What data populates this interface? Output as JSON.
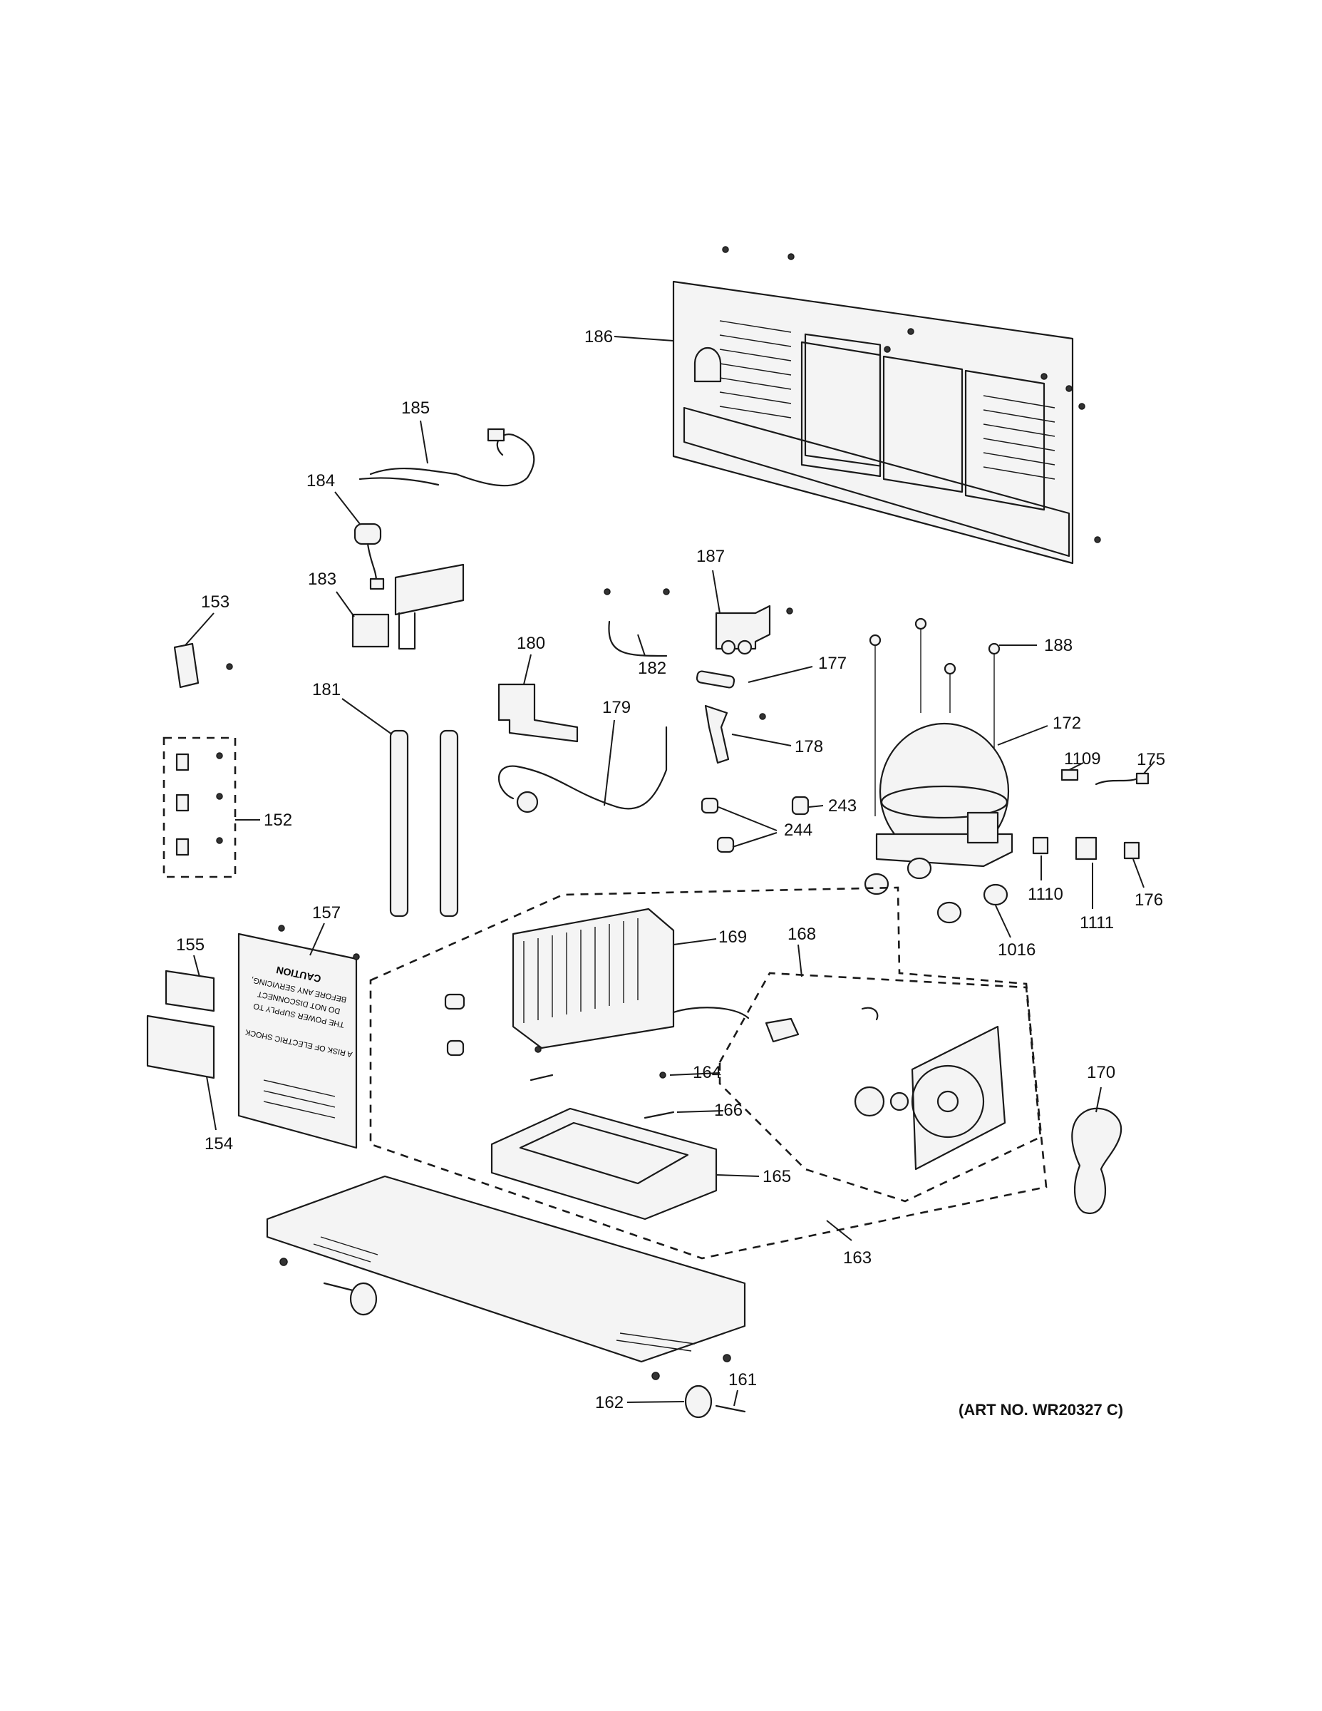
{
  "art_number": "(ART NO. WR20327 C)",
  "callouts": [
    {
      "id": "186",
      "label": "186"
    },
    {
      "id": "185",
      "label": "185"
    },
    {
      "id": "184",
      "label": "184"
    },
    {
      "id": "183",
      "label": "183"
    },
    {
      "id": "153",
      "label": "153"
    },
    {
      "id": "187",
      "label": "187"
    },
    {
      "id": "182",
      "label": "182"
    },
    {
      "id": "180",
      "label": "180"
    },
    {
      "id": "181",
      "label": "181"
    },
    {
      "id": "179",
      "label": "179"
    },
    {
      "id": "177",
      "label": "177"
    },
    {
      "id": "178",
      "label": "178"
    },
    {
      "id": "188",
      "label": "188"
    },
    {
      "id": "172",
      "label": "172"
    },
    {
      "id": "1109",
      "label": "1109"
    },
    {
      "id": "175",
      "label": "175"
    },
    {
      "id": "152",
      "label": "152"
    },
    {
      "id": "243",
      "label": "243"
    },
    {
      "id": "244",
      "label": "244"
    },
    {
      "id": "1110",
      "label": "1110"
    },
    {
      "id": "1111",
      "label": "1111"
    },
    {
      "id": "176",
      "label": "176"
    },
    {
      "id": "1016",
      "label": "1016"
    },
    {
      "id": "157",
      "label": "157"
    },
    {
      "id": "169",
      "label": "169"
    },
    {
      "id": "168",
      "label": "168"
    },
    {
      "id": "155",
      "label": "155"
    },
    {
      "id": "154",
      "label": "154"
    },
    {
      "id": "164",
      "label": "164"
    },
    {
      "id": "170",
      "label": "170"
    },
    {
      "id": "166",
      "label": "166"
    },
    {
      "id": "165",
      "label": "165"
    },
    {
      "id": "163",
      "label": "163"
    },
    {
      "id": "161",
      "label": "161"
    },
    {
      "id": "162",
      "label": "162"
    }
  ],
  "caution_label": {
    "lines": [
      "CAUTION",
      "BEFORE ANY SERVICING,",
      "DO NOT DISCONNECT",
      "THE POWER SUPPLY TO",
      "A RISK OF ELECTRIC SHOCK"
    ]
  }
}
